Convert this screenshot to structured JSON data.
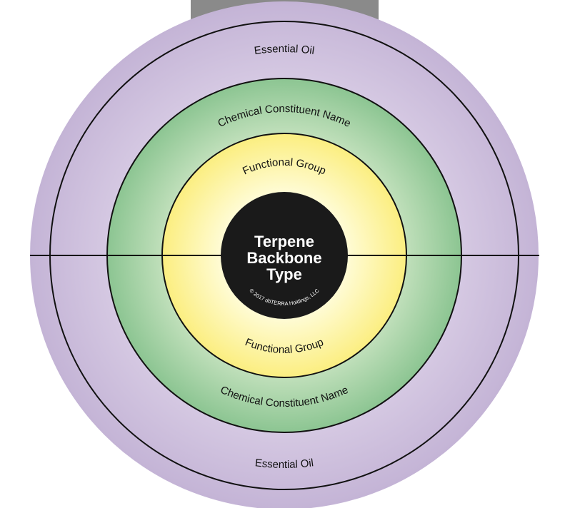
{
  "diagram": {
    "center_title_lines": [
      "Terpene",
      "Backbone",
      "Type"
    ],
    "copyright": "© 2017 dōTERRA Holdings, LLC",
    "rings": {
      "essential_oil_top": "Essential Oil",
      "essential_oil_bottom": "Essential Oil",
      "constituent_top": "Chemical Constituent Name",
      "constituent_bottom": "Chemical Constituent Name",
      "functional_top": "Functional Group",
      "functional_bottom": "Functional Group"
    },
    "colors": {
      "purple_outer": "#c4b4d6",
      "purple_inner": "#ddd2e8",
      "green_outer": "#8cc592",
      "green_inner": "#cfe7c6",
      "yellow_outer": "#fbee80",
      "yellow_inner": "#fffcd8",
      "core": "#1a1a1a",
      "tab": "#8a8a8a"
    }
  }
}
